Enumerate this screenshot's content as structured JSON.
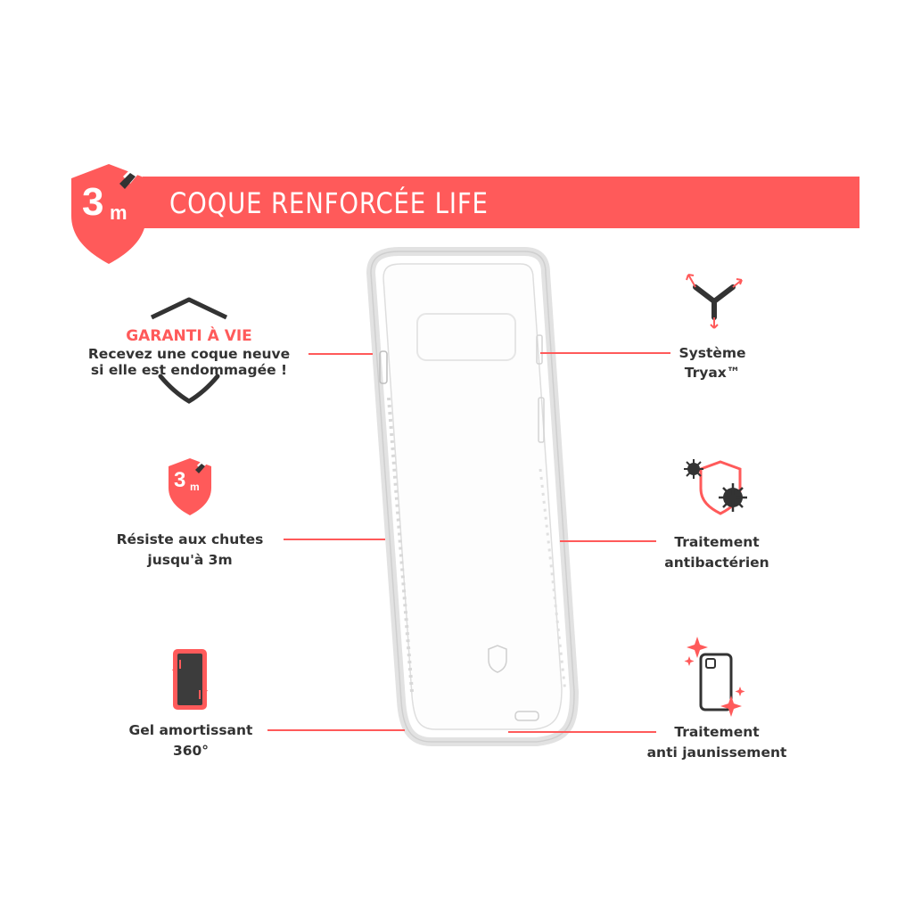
{
  "banner": {
    "title": "COQUE RENFORCÉE LIFE",
    "badge_number": "3",
    "badge_unit": "m"
  },
  "features": {
    "guarantee": {
      "title": "GARANTI À VIE",
      "line1": "Recevez une coque neuve",
      "line2": "si elle est endommagée !"
    },
    "drop": {
      "badge_number": "3",
      "badge_unit": "m",
      "line1": "Résiste aux chutes",
      "line2": "jusqu'à 3m"
    },
    "gel": {
      "line1": "Gel amortissant",
      "line2": "360°"
    },
    "tryax": {
      "line1": "Système",
      "line2": "Tryax™"
    },
    "antibacterial": {
      "line1": "Traitement",
      "line2": "antibactérien"
    },
    "antiyellowing": {
      "line1": "Traitement",
      "line2": "anti jaunissement"
    }
  },
  "colors": {
    "accent": "#ff5a5a",
    "dark": "#333333",
    "white": "#ffffff"
  },
  "icons": [
    "shield-3m-badge-icon",
    "shield-outline-icon",
    "tryax-arrows-icon",
    "antibacterial-shield-icon",
    "gel-phone-icon",
    "sparkle-phone-icon",
    "brand-logo-icon"
  ]
}
